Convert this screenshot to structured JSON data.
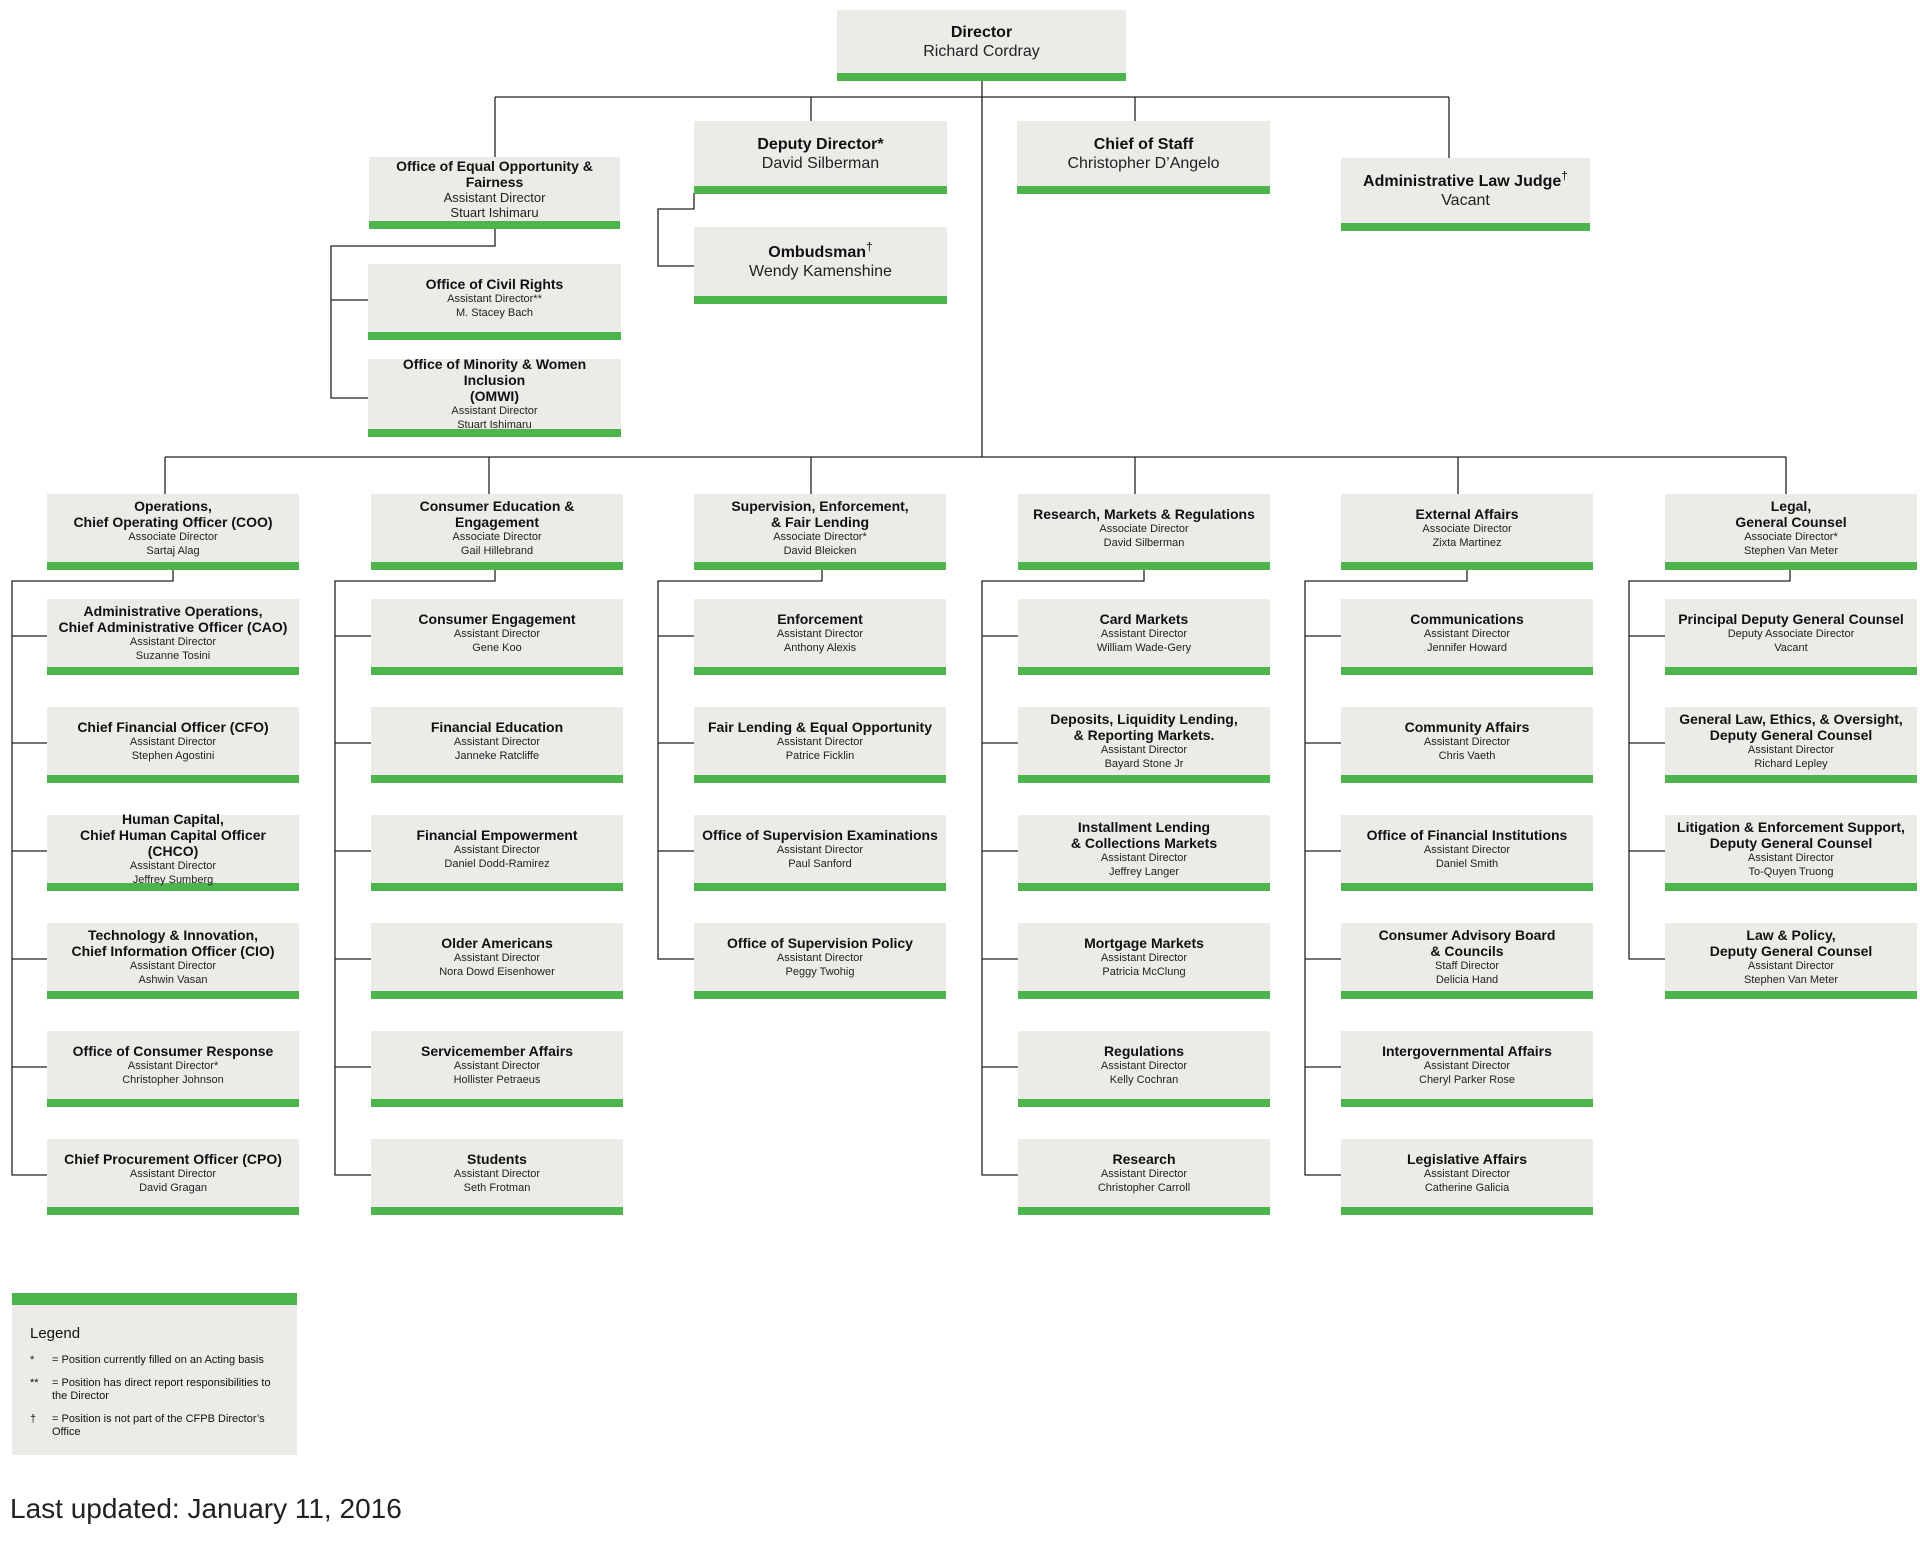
{
  "director": {
    "title": "Director",
    "name": "Richard Cordray"
  },
  "top_row": {
    "equal_opportunity": {
      "title": "Office of Equal Opportunity & Fairness",
      "role": "Assistant Director",
      "name": "Stuart Ishimaru"
    },
    "civil_rights": {
      "title": "Office of Civil Rights",
      "role": "Assistant Director**",
      "name": "M. Stacey Bach"
    },
    "omwi": {
      "title": "Office of Minority & Women Inclusion\n(OMWI)",
      "role": "Assistant Director",
      "name": "Stuart Ishimaru"
    },
    "deputy_director": {
      "title": "Deputy Director*",
      "name": "David Silberman"
    },
    "ombudsman": {
      "title": "Ombudsman",
      "mark": "†",
      "name": "Wendy Kamenshine"
    },
    "chief_of_staff": {
      "title": "Chief of Staff",
      "name": "Christopher D’Angelo"
    },
    "alj": {
      "title": "Administrative Law Judge",
      "mark": "†",
      "name": "Vacant"
    }
  },
  "divisions": [
    {
      "title": "Operations,\nChief Operating Officer (COO)",
      "role": "Associate Director",
      "name": "Sartaj Alag",
      "units": [
        {
          "title": "Administrative Operations,\nChief Administrative Officer (CAO)",
          "role": "Assistant Director",
          "name": "Suzanne Tosini"
        },
        {
          "title": "Chief Financial Officer (CFO)",
          "role": "Assistant Director",
          "name": "Stephen Agostini"
        },
        {
          "title": "Human Capital,\nChief Human Capital Officer (CHCO)",
          "role": "Assistant Director",
          "name": "Jeffrey Sumberg"
        },
        {
          "title": "Technology & Innovation,\nChief Information Officer (CIO)",
          "role": "Assistant Director",
          "name": "Ashwin Vasan"
        },
        {
          "title": "Office of Consumer Response",
          "role": "Assistant Director*",
          "name": "Christopher Johnson"
        },
        {
          "title": "Chief Procurement Officer (CPO)",
          "role": "Assistant Director",
          "name": "David Gragan"
        }
      ]
    },
    {
      "title": "Consumer Education & Engagement",
      "role": "Associate Director",
      "name": "Gail Hillebrand",
      "units": [
        {
          "title": "Consumer Engagement",
          "role": "Assistant Director",
          "name": "Gene Koo"
        },
        {
          "title": "Financial Education",
          "role": "Assistant Director",
          "name": "Janneke Ratcliffe"
        },
        {
          "title": "Financial Empowerment",
          "role": "Assistant Director",
          "name": "Daniel Dodd-Ramirez"
        },
        {
          "title": "Older Americans",
          "role": "Assistant Director",
          "name": "Nora Dowd Eisenhower"
        },
        {
          "title": "Servicemember Affairs",
          "role": "Assistant Director",
          "name": "Hollister Petraeus"
        },
        {
          "title": "Students",
          "role": "Assistant Director",
          "name": "Seth Frotman"
        }
      ]
    },
    {
      "title": "Supervision, Enforcement,\n& Fair Lending",
      "role": "Associate Director*",
      "name": "David Bleicken",
      "units": [
        {
          "title": "Enforcement",
          "role": "Assistant Director",
          "name": "Anthony Alexis"
        },
        {
          "title": "Fair Lending & Equal Opportunity",
          "role": "Assistant Director",
          "name": "Patrice Ficklin"
        },
        {
          "title": "Office of Supervision Examinations",
          "role": "Assistant Director",
          "name": "Paul Sanford"
        },
        {
          "title": "Office of Supervision Policy",
          "role": "Assistant Director",
          "name": "Peggy Twohig"
        }
      ]
    },
    {
      "title": "Research, Markets & Regulations",
      "role": "Associate Director",
      "name": "David Silberman",
      "units": [
        {
          "title": "Card Markets",
          "role": "Assistant Director",
          "name": "William Wade-Gery"
        },
        {
          "title": "Deposits, Liquidity Lending,\n& Reporting Markets.",
          "role": "Assistant Director",
          "name": "Bayard Stone Jr"
        },
        {
          "title": "Installment Lending\n& Collections Markets",
          "role": "Assistant Director",
          "name": "Jeffrey Langer"
        },
        {
          "title": "Mortgage Markets",
          "role": "Assistant Director",
          "name": "Patricia McClung"
        },
        {
          "title": "Regulations",
          "role": "Assistant Director",
          "name": "Kelly Cochran"
        },
        {
          "title": "Research",
          "role": "Assistant Director",
          "name": "Christopher Carroll"
        }
      ]
    },
    {
      "title": "External Affairs",
      "role": "Associate Director",
      "name": "Zixta Martinez",
      "units": [
        {
          "title": "Communications",
          "role": "Assistant Director",
          "name": "Jennifer Howard"
        },
        {
          "title": "Community Affairs",
          "role": "Assistant Director",
          "name": "Chris Vaeth"
        },
        {
          "title": "Office of Financial Institutions",
          "role": "Assistant Director",
          "name": "Daniel Smith"
        },
        {
          "title": "Consumer Advisory Board\n& Councils",
          "role": "Staff Director",
          "name": "Delicia Hand"
        },
        {
          "title": "Intergovernmental Affairs",
          "role": "Assistant Director",
          "name": "Cheryl Parker Rose"
        },
        {
          "title": "Legislative Affairs",
          "role": "Assistant Director",
          "name": "Catherine Galicia"
        }
      ]
    },
    {
      "title": "Legal,\nGeneral Counsel",
      "role": "Associate Director*",
      "name": "Stephen Van Meter",
      "units": [
        {
          "title": "Principal Deputy General Counsel",
          "role": "Deputy Associate Director",
          "name": "Vacant"
        },
        {
          "title": "General Law, Ethics, & Oversight,\nDeputy General Counsel",
          "role": "Assistant Director",
          "name": "Richard Lepley"
        },
        {
          "title": "Litigation & Enforcement Support,\nDeputy General Counsel",
          "role": "Assistant Director",
          "name": "To-Quyen Truong"
        },
        {
          "title": "Law & Policy,\nDeputy General Counsel",
          "role": "Assistant Director",
          "name": "Stephen Van Meter"
        }
      ]
    }
  ],
  "legend": {
    "title": "Legend",
    "items": [
      {
        "symbol": "*",
        "text": "= Position currently filled on an Acting basis"
      },
      {
        "symbol": "**",
        "text": "= Position has direct report responsibilities to the Director"
      },
      {
        "symbol": "†",
        "text": "= Position is not part of the CFPB Director’s Office"
      }
    ]
  },
  "footer": {
    "updated": "Last updated: January 11, 2016"
  },
  "colors": {
    "accent_green": "#4cb54c",
    "box_bg": "#ecebe8",
    "line": "#222222"
  }
}
